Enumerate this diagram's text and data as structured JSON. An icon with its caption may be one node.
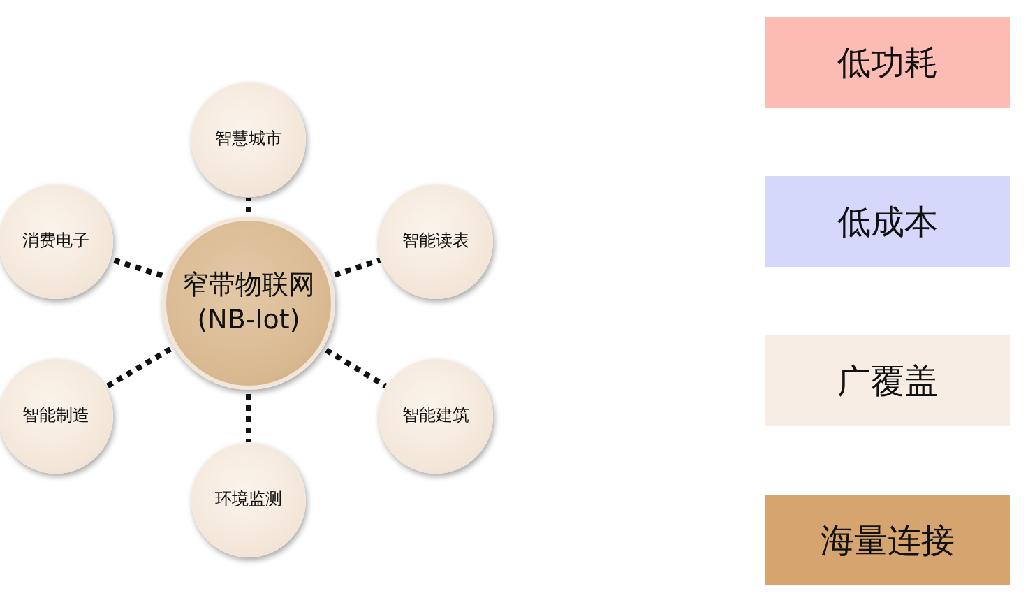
{
  "diagram": {
    "nodes": [
      {
        "text": [
          "窄带物联网 (NB-Iot)"
        ]
      },
      {
        "text": [
          "智慧城市"
        ]
      },
      {
        "text": [
          "消费电子"
        ]
      },
      {
        "text": [
          "智能读表"
        ]
      },
      {
        "text": [
          "智能制造"
        ]
      },
      {
        "text": [
          "智能建筑"
        ]
      },
      {
        "text": [
          "环境监测"
        ]
      },
      {
        "text": [
          "低功耗"
        ]
      },
      {
        "text": [
          "低成本"
        ]
      },
      {
        "text": [
          "广覆盖"
        ]
      },
      {
        "text": [
          "海量连接"
        ]
      }
    ],
    "edges": [
      {
        "from": 0,
        "to": 1,
        "arrow": "none"
      },
      {
        "from": 0,
        "to": 2,
        "arrow": "none"
      },
      {
        "from": 0,
        "to": 3,
        "arrow": "none"
      },
      {
        "from": 0,
        "to": 4,
        "arrow": "none"
      },
      {
        "from": 0,
        "to": 5,
        "arrow": "none"
      },
      {
        "from": 0,
        "to": 6,
        "arrow": "none"
      }
    ]
  }
}
